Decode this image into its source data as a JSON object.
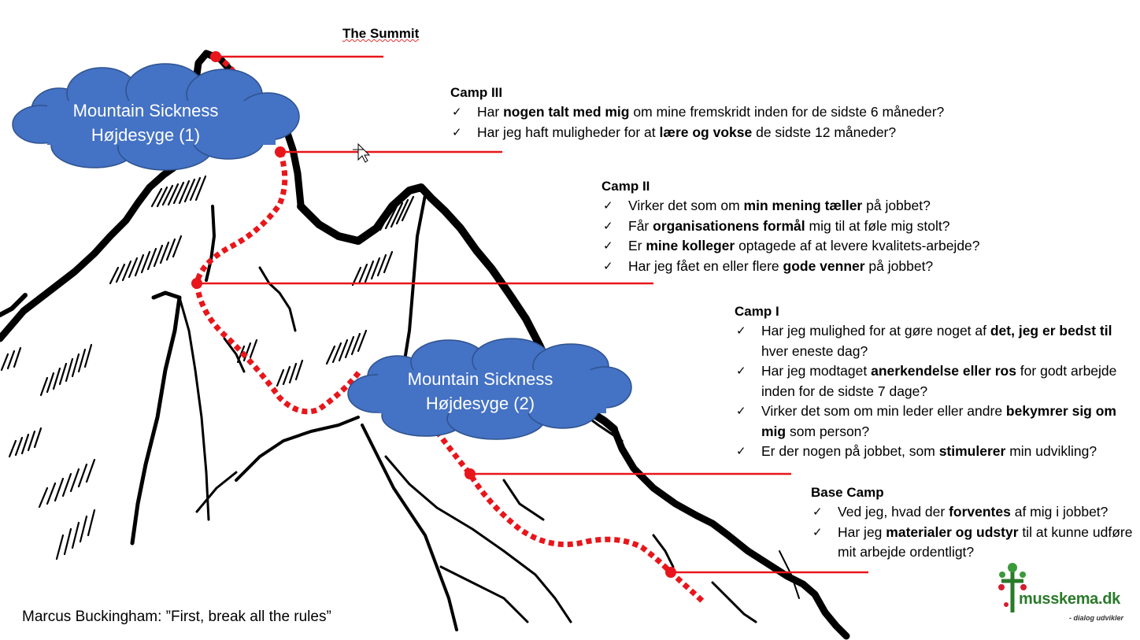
{
  "summit": {
    "label": "The Summit"
  },
  "clouds": [
    {
      "line1": "Mountain Sickness",
      "line2": "Højdesyge (1)"
    },
    {
      "line1": "Mountain Sickness",
      "line2": "Højdesyge (2)"
    }
  ],
  "camps": [
    {
      "title": "Camp III",
      "items": [
        [
          {
            "t": "Har "
          },
          {
            "b": "nogen talt med mig"
          },
          {
            "t": " om mine fremskridt inden for de sidste 6 måneder?"
          }
        ],
        [
          {
            "t": "Har jeg haft muligheder for at "
          },
          {
            "b": "lære og vokse"
          },
          {
            "t": " de sidste 12 måneder?"
          }
        ]
      ]
    },
    {
      "title": "Camp II",
      "items": [
        [
          {
            "t": "Virker det som om "
          },
          {
            "b": "min mening tæller"
          },
          {
            "t": " på jobbet?"
          }
        ],
        [
          {
            "t": "Får "
          },
          {
            "b": "organisationens formål"
          },
          {
            "t": " mig til at føle mig stolt?"
          }
        ],
        [
          {
            "t": "Er "
          },
          {
            "b": "mine kolleger"
          },
          {
            "t": " optagede af at levere kvalitets-arbejde?"
          }
        ],
        [
          {
            "t": "Har jeg fået en eller flere "
          },
          {
            "b": "gode venner"
          },
          {
            "t": " på jobbet?"
          }
        ]
      ]
    },
    {
      "title": "Camp I",
      "items": [
        [
          {
            "t": "Har jeg mulighed for at gøre noget af "
          },
          {
            "b": "det, jeg er bedst til"
          },
          {
            "t": " hver eneste dag?"
          }
        ],
        [
          {
            "t": "Har jeg modtaget "
          },
          {
            "b": "anerkendelse eller ros"
          },
          {
            "t": " for godt arbejde inden for de sidste 7 dage?"
          }
        ],
        [
          {
            "t": "Virker det som om min leder eller andre "
          },
          {
            "b": "bekymrer sig om mig"
          },
          {
            "t": " som person?"
          }
        ],
        [
          {
            "t": "Er der nogen på jobbet, som "
          },
          {
            "b": "stimulerer"
          },
          {
            "t": " min udvikling?"
          }
        ]
      ]
    },
    {
      "title": "Base Camp",
      "items": [
        [
          {
            "t": "Ved jeg, hvad der "
          },
          {
            "b": "forventes"
          },
          {
            "t": " af mig i jobbet?"
          }
        ],
        [
          {
            "t": "Har jeg "
          },
          {
            "b": "materialer og udstyr"
          },
          {
            "t": " til at kunne udføre mit arbejde ordentligt?"
          }
        ]
      ]
    }
  ],
  "checkmark_glyph": "✓",
  "quote": "Marcus Buckingham: ”First, break all the rules”",
  "logo": {
    "name": "musskema.dk",
    "tagline": "- dialog udvikler"
  },
  "colors": {
    "path": "#e8161b",
    "cloud": "#4472c4",
    "cloud_edge": "#2f528f",
    "mountain": "#000000",
    "logo_green": "#2a7a2a"
  }
}
